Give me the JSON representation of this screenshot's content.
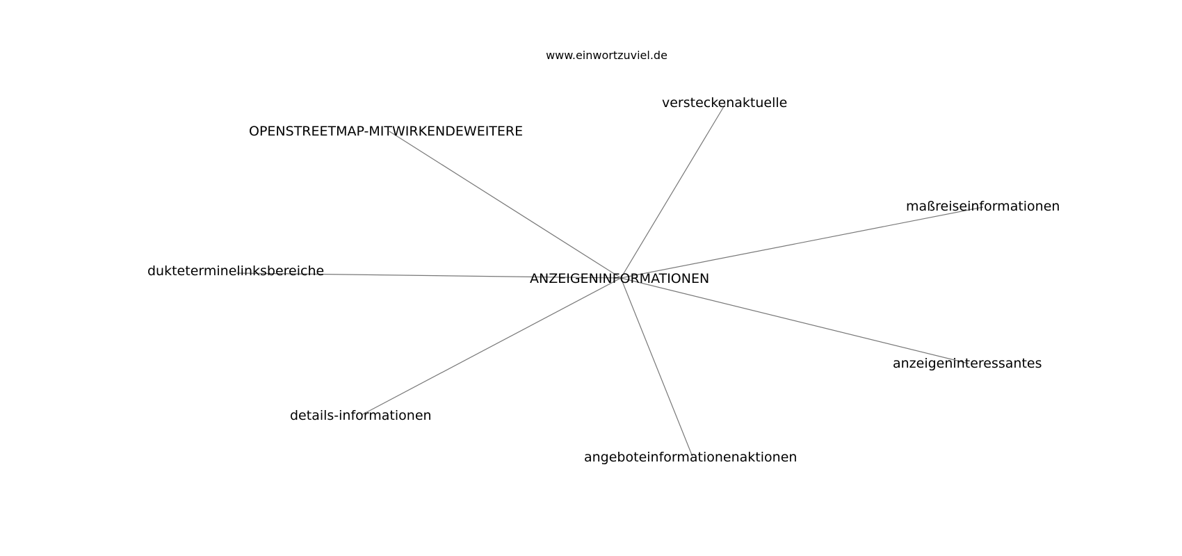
{
  "title": "www.einwortzuviel.de",
  "center": {
    "label": "ANZEIGENINFORMATIONEN"
  },
  "nodes": [
    {
      "label": "versteckenaktuelle"
    },
    {
      "label": "OPENSTREETMAP-MITWIRKENDEWEITERE"
    },
    {
      "label": "maßreiseinformationen"
    },
    {
      "label": "dukteterminelinksbereiche"
    },
    {
      "label": "anzeigeninteressantes"
    },
    {
      "label": "details-informationen"
    },
    {
      "label": "angeboteinformationenaktionen"
    }
  ],
  "colors": {
    "edge": "#777777",
    "text": "#000000",
    "background": "#ffffff"
  }
}
